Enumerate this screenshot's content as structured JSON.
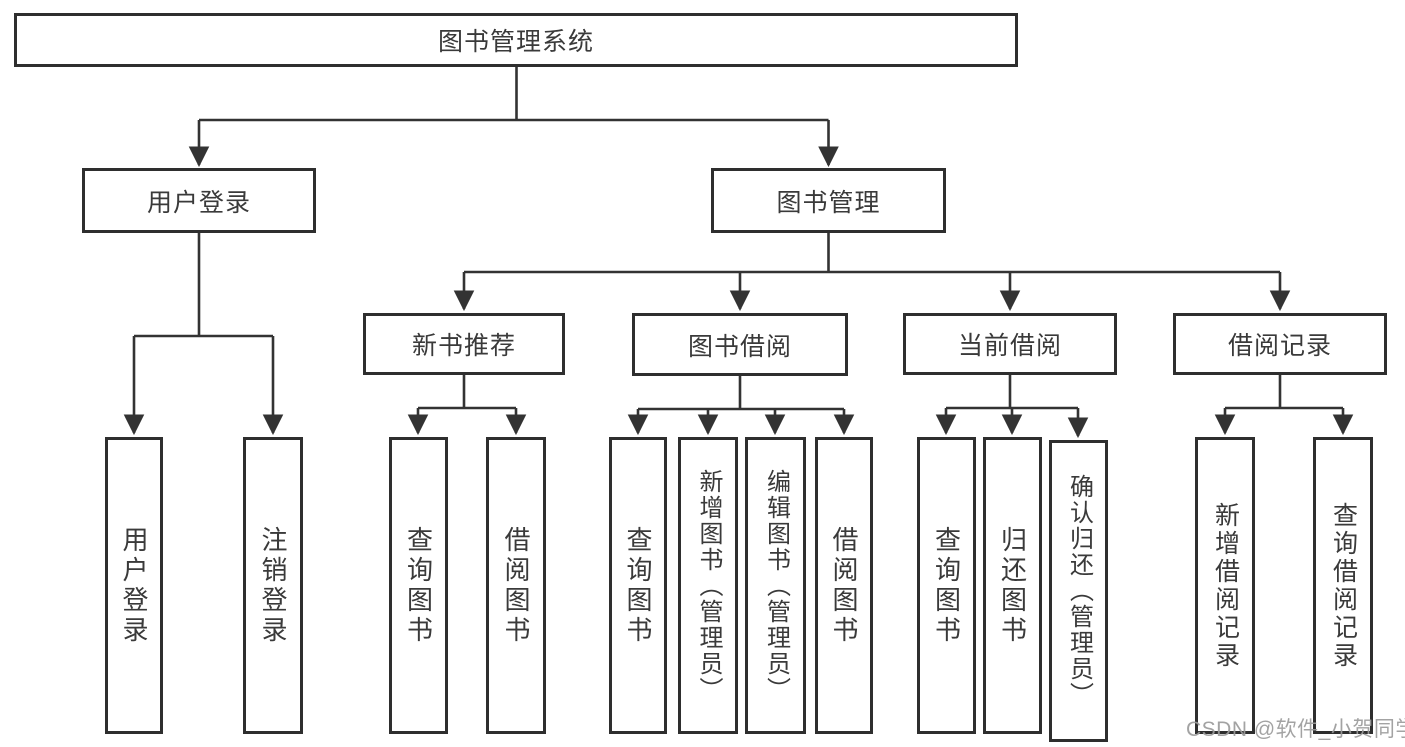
{
  "diagram": {
    "root": {
      "label": "图书管理系统"
    },
    "level2": {
      "user_login": {
        "label": "用户登录"
      },
      "book_mgmt": {
        "label": "图书管理"
      }
    },
    "level3": {
      "new_book_rec": {
        "label": "新书推荐"
      },
      "book_borrow": {
        "label": "图书借阅"
      },
      "current_borrow": {
        "label": "当前借阅"
      },
      "borrow_record": {
        "label": "借阅记录"
      }
    },
    "leaves": {
      "user_login_leaf": "用户登录",
      "logout": "注销登录",
      "rec_query_book": "查询图书",
      "rec_borrow_book": "借阅图书",
      "bb_query_book": "查询图书",
      "bb_add_book": "新增图书（管理员）",
      "bb_edit_book": "编辑图书（管理员）",
      "bb_borrow_book": "借阅图书",
      "cb_query_book": "查询图书",
      "cb_return_book": "归还图书",
      "cb_confirm_return": "确认归还（管理员）",
      "br_add_record": "新增借阅记录",
      "br_query_record": "查询借阅记录"
    },
    "watermark": "CSDN @软件_小贺同学",
    "colors": {
      "line": "#333333",
      "border": "#2e2e2e",
      "text": "#3a3a3a",
      "watermark": "#9c9c9c"
    }
  }
}
